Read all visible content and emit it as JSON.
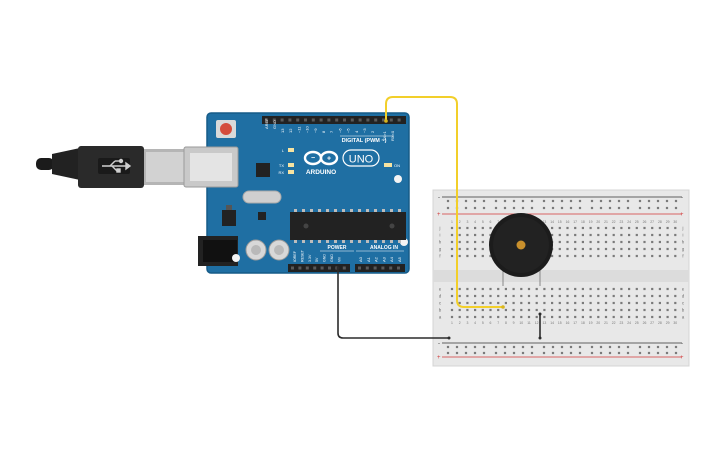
{
  "arduino": {
    "brand": "ARDUINO",
    "model": "UNO",
    "reset_label": "RESET",
    "aref_label": "AREF",
    "gnd_label": "GND",
    "digital_label": "DIGITAL (PWM ~)",
    "power_label": "POWER",
    "analog_label": "ANALOG IN",
    "on_label": "ON",
    "l_label": "L",
    "tx_label": "TX",
    "rx_label": "RX",
    "tx_pin_label": "TX>1",
    "rx_pin_label": "RX<0",
    "digital_pins": [
      "13",
      "12",
      "~11",
      "~10",
      "~9",
      "8",
      "7",
      "~6",
      "~5",
      "4",
      "~3",
      "2"
    ],
    "power_pins": [
      "IOREF",
      "RESET",
      "3.3V",
      "5V",
      "GND",
      "GND",
      "Vin"
    ],
    "analog_pins": [
      "A0",
      "A1",
      "A2",
      "A3",
      "A4",
      "A5"
    ]
  },
  "breadboard": {
    "row_letters_top": [
      "j",
      "i",
      "h",
      "g",
      "f"
    ],
    "row_letters_bottom": [
      "e",
      "d",
      "c",
      "b",
      "a"
    ],
    "rail_plus": "+",
    "rail_minus": "-",
    "column_count": 30
  },
  "colors": {
    "board_blue": "#1f6fa3",
    "wire_signal": "#f2cf2a",
    "wire_ground": "#2b2b2b",
    "breadboard": "#eaeaea",
    "buzzer": "#1c1c1c"
  }
}
